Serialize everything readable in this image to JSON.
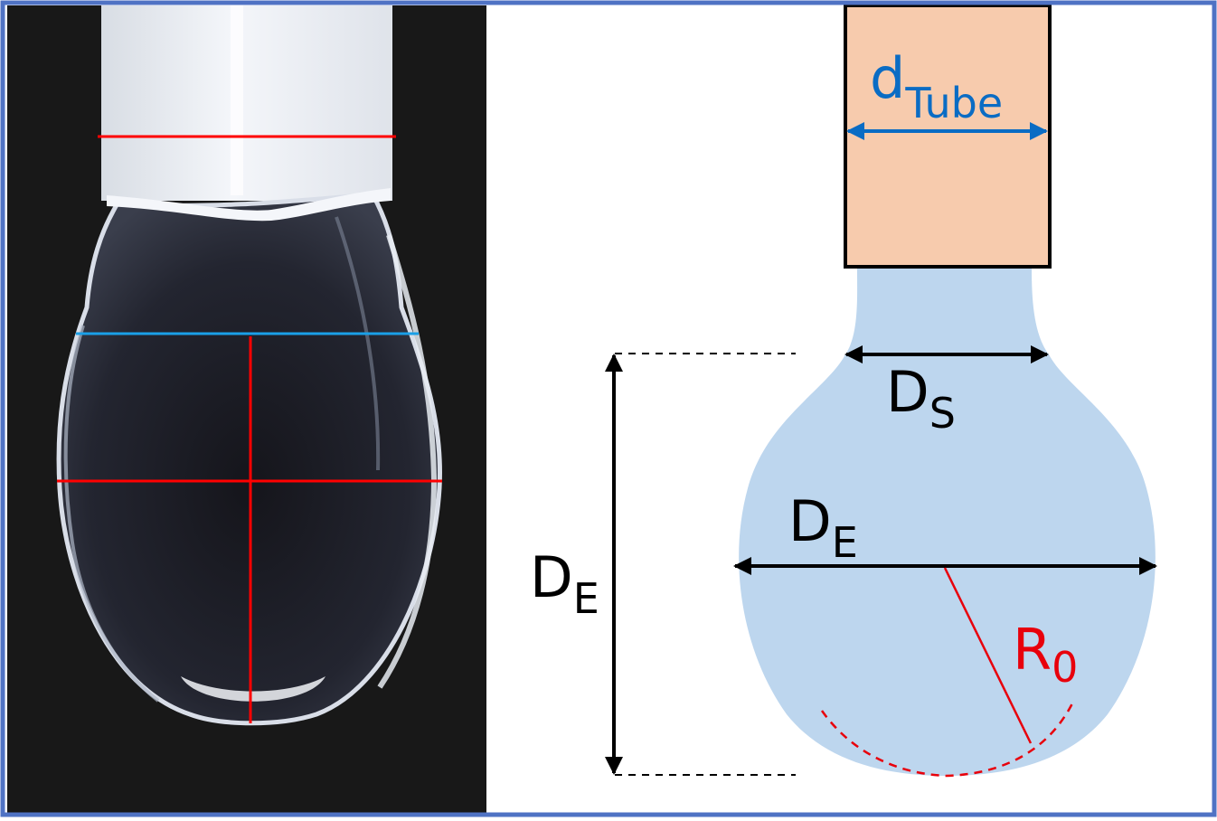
{
  "labels": {
    "tube_diameter": {
      "main": "d",
      "sub": "Tube"
    },
    "stem_diameter": {
      "main": "D",
      "sub": "S"
    },
    "equatorial_diameter": {
      "main": "D",
      "sub": "E"
    },
    "vertical_distance": {
      "main": "D",
      "sub": "E"
    },
    "apex_radius": {
      "main": "R",
      "sub": "0"
    }
  },
  "colors": {
    "border": "#4f72c4",
    "photo_background": "#181818",
    "tube_fill": "#f7cbad",
    "drop_fill": "#bdd6ee",
    "dimension_blue": "#0a6cc4",
    "dimension_black": "#000000",
    "radius_red": "#e8000b",
    "photo_red_line": "#ff0000",
    "photo_blue_line": "#1aa0e8"
  }
}
